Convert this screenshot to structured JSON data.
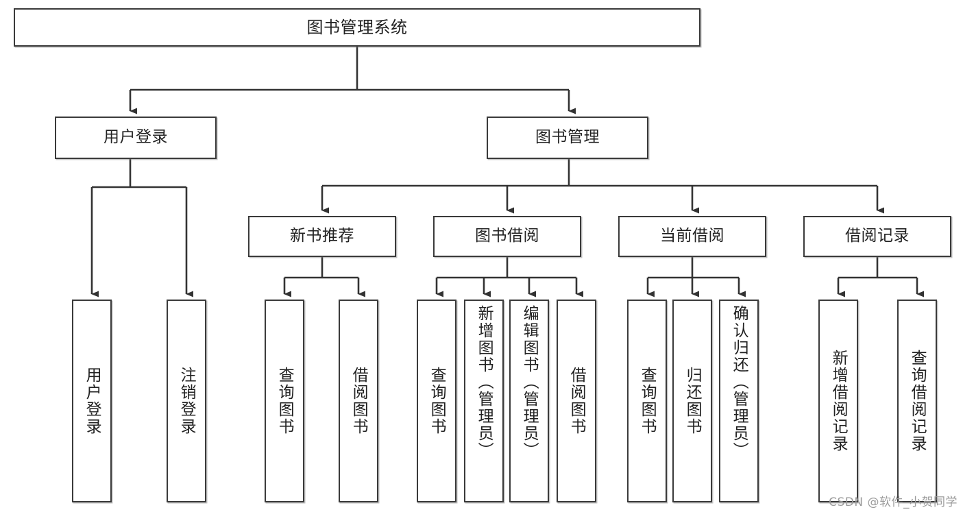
{
  "diagram": {
    "title": "图书管理系统",
    "type": "tree-hierarchy",
    "orientation": "top-down",
    "watermark": "CSDN @软件_小贺同学",
    "colors": {
      "background": "#ffffff",
      "node_fill": "#ffffff",
      "node_stroke": "#3a3a3a",
      "edge_stroke": "#333333",
      "text": "#222222",
      "watermark_text": "#9b9b9b"
    },
    "nodes": {
      "root": {
        "label": "图书管理系统"
      },
      "level2": [
        {
          "id": "user-login",
          "label": "用户登录"
        },
        {
          "id": "book-manage",
          "label": "图书管理"
        }
      ],
      "level3": [
        {
          "id": "new-book-recommend",
          "label": "新书推荐"
        },
        {
          "id": "book-borrow",
          "label": "图书借阅"
        },
        {
          "id": "current-borrow",
          "label": "当前借阅"
        },
        {
          "id": "borrow-record",
          "label": "借阅记录"
        }
      ],
      "leaves": [
        {
          "id": "leaf-user-login",
          "label": "用户登录"
        },
        {
          "id": "leaf-logout-login",
          "label": "注销登录"
        },
        {
          "id": "leaf-query-book-1",
          "label": "查询图书"
        },
        {
          "id": "leaf-borrow-book-1",
          "label": "借阅图书"
        },
        {
          "id": "leaf-query-book-2",
          "label": "查询图书"
        },
        {
          "id": "leaf-add-book-admin",
          "label": "新增图书（管理员）"
        },
        {
          "id": "leaf-edit-book-admin",
          "label": "编辑图书（管理员）"
        },
        {
          "id": "leaf-borrow-book-2",
          "label": "借阅图书"
        },
        {
          "id": "leaf-query-book-3",
          "label": "查询图书"
        },
        {
          "id": "leaf-return-book",
          "label": "归还图书"
        },
        {
          "id": "leaf-confirm-return-admin",
          "label": "确认归还（管理员）"
        },
        {
          "id": "leaf-add-borrow-record",
          "label": "新增借阅记录"
        },
        {
          "id": "leaf-query-borrow-record",
          "label": "查询借阅记录"
        }
      ]
    }
  }
}
